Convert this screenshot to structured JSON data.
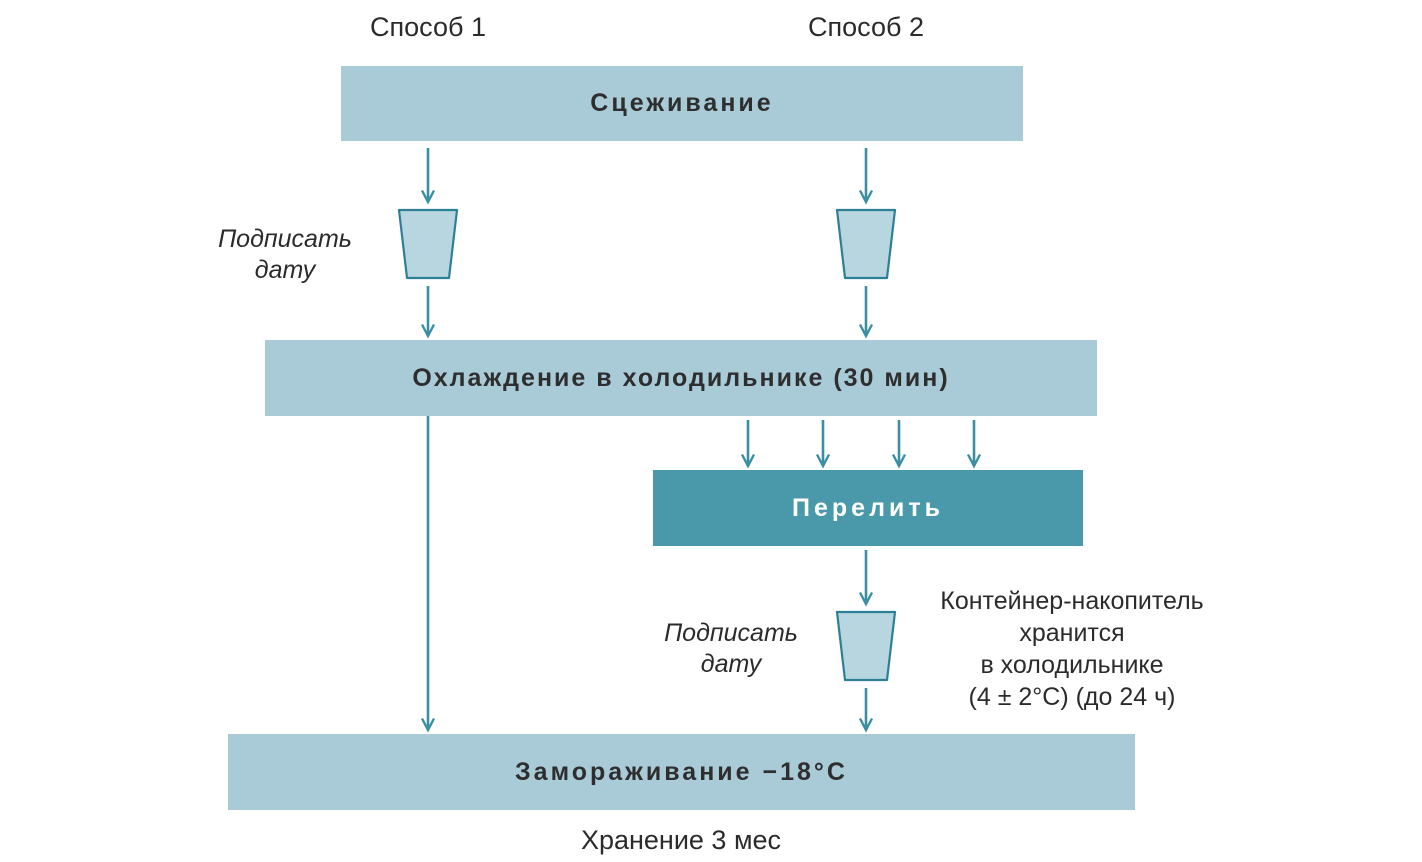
{
  "diagram": {
    "column_labels": {
      "method1": "Способ 1",
      "method2": "Способ 2"
    },
    "boxes": {
      "expressing": {
        "label": "Сцеживание"
      },
      "cooling": {
        "label": "Охлаждение в холодильнике (30 мин)"
      },
      "pour": {
        "label": "Перелить"
      },
      "freezing": {
        "label": "Замораживание −18°С"
      }
    },
    "annotations": {
      "sign_date_left": {
        "line1": "Подписать",
        "line2": "дату"
      },
      "sign_date_right": {
        "line1": "Подписать",
        "line2": "дату"
      },
      "container_note": {
        "line1": "Контейнер-накопитель",
        "line2": "хранится",
        "line3": "в холодильнике",
        "line4": "(4 ± 2°С) (до 24 ч)"
      },
      "storage": "Хранение 3 мес"
    },
    "icons": {
      "left_cup": "milk-container-icon",
      "right_cup": "milk-container-icon",
      "collector_cup": "milk-container-icon"
    },
    "colors": {
      "box_light": "#a9cbd8",
      "box_accent": "#4a99ab",
      "arrow": "#3a8fa3",
      "cup_fill": "#b7d6e0",
      "cup_stroke": "#2e7f95",
      "text": "#2b2b2b",
      "box_text_light": "#ffffff"
    }
  }
}
